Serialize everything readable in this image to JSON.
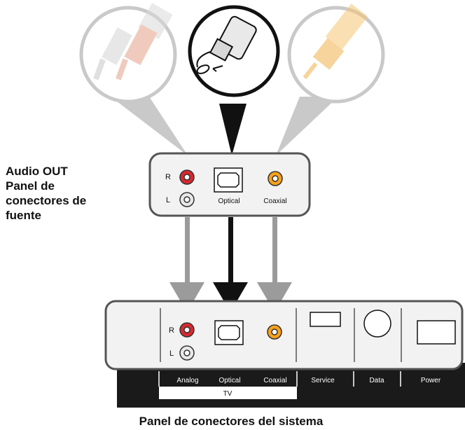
{
  "source_panel": {
    "title_lines": [
      "Audio OUT",
      "Panel de",
      "conectores de",
      "fuente"
    ],
    "r_label": "R",
    "l_label": "L",
    "optical_label": "Optical",
    "coaxial_label": "Coaxial"
  },
  "system_panel": {
    "title": "Panel de conectores del sistema",
    "r_label": "R",
    "l_label": "L",
    "bar_labels": {
      "analog": "Analog",
      "optical": "Optical",
      "coaxial": "Coaxial",
      "service": "Service",
      "data": "Data",
      "power": "Power"
    },
    "tv_label": "TV"
  },
  "colors": {
    "rca_red": "#d8282f",
    "coax_orange": "#f7a21b",
    "panel_stroke": "#555555",
    "panel_fill": "#f2f2f2",
    "gray_arrow": "#9b9b9b",
    "black_arrow": "#111111",
    "bar_fill": "#1a1a1a"
  }
}
